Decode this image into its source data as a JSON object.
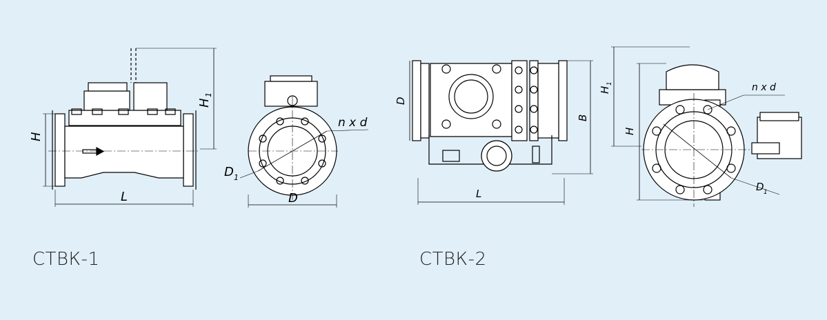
{
  "captions": {
    "left": "СТВК-1",
    "right": "СТВК-2"
  },
  "dim_labels": {
    "H": "H",
    "H1": "H",
    "H1_sub": "1",
    "L": "L",
    "D": "D",
    "D1": "D",
    "D1_sub": "1",
    "nxd": "n x d",
    "B": "B"
  },
  "colors": {
    "background": "#e1eff8",
    "line": "#000000"
  }
}
